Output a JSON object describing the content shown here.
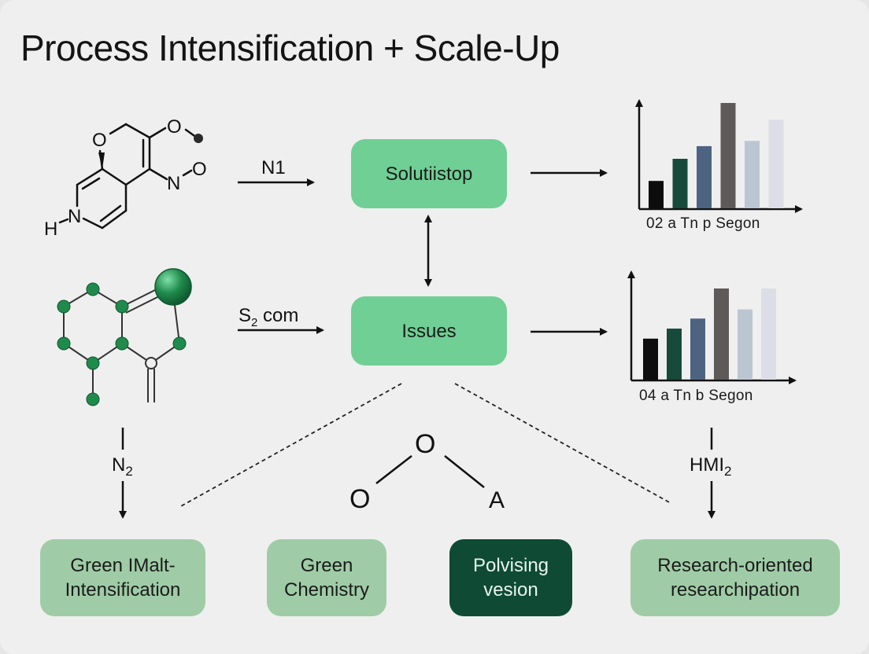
{
  "title": "Process Intensification + Scale-Up",
  "molecule1": {
    "atoms": {
      "o_ring": "O",
      "o_top": "O",
      "n_nitro": "N",
      "o_nitro": "O",
      "h_n": "H",
      "n_ring": "N"
    }
  },
  "arrows": {
    "n1": "N1",
    "s2_base": "S",
    "s2_sub": "2",
    "s2_rest": " com",
    "n2_base": "N",
    "n2_sub": "2",
    "hmi2_base": "HMI",
    "hmi2_sub": "2"
  },
  "center_boxes": {
    "top": "Solutiistop",
    "bottom": "Issues"
  },
  "center_molecule": {
    "o_top": "O",
    "o_left": "O",
    "a_right": "A"
  },
  "bottom_boxes": [
    {
      "line1": "Green IMalt-",
      "line2": "Intensification"
    },
    {
      "line1": "Green",
      "line2": "Chemistry"
    },
    {
      "line1": "Polvising",
      "line2": "vesion"
    },
    {
      "line1": "Research-oriented",
      "line2": "researchipation"
    }
  ],
  "chart_data": [
    {
      "type": "bar",
      "x_axis_text": "02  a  Tn  p  Segon",
      "values": [
        0.26,
        0.47,
        0.59,
        1.0,
        0.64,
        0.84
      ],
      "colors": [
        "#0d0d0d",
        "#174a3b",
        "#4d6480",
        "#5f5a5a",
        "#bcc6d3",
        "#dcdde6"
      ]
    },
    {
      "type": "bar",
      "x_axis_text": "04  a  Tn  b  Segon",
      "values": [
        0.45,
        0.56,
        0.67,
        1.0,
        0.77,
        1.0
      ],
      "colors": [
        "#0d0d0d",
        "#174a3b",
        "#4d6480",
        "#5f5a5a",
        "#bcc6d3",
        "#dcdde6"
      ]
    }
  ],
  "colors": {
    "green_atom": "#1f8a4c",
    "bright_box": "#6fcf94",
    "pale_box": "#9fcca6",
    "dark_box": "#0e4a34"
  }
}
